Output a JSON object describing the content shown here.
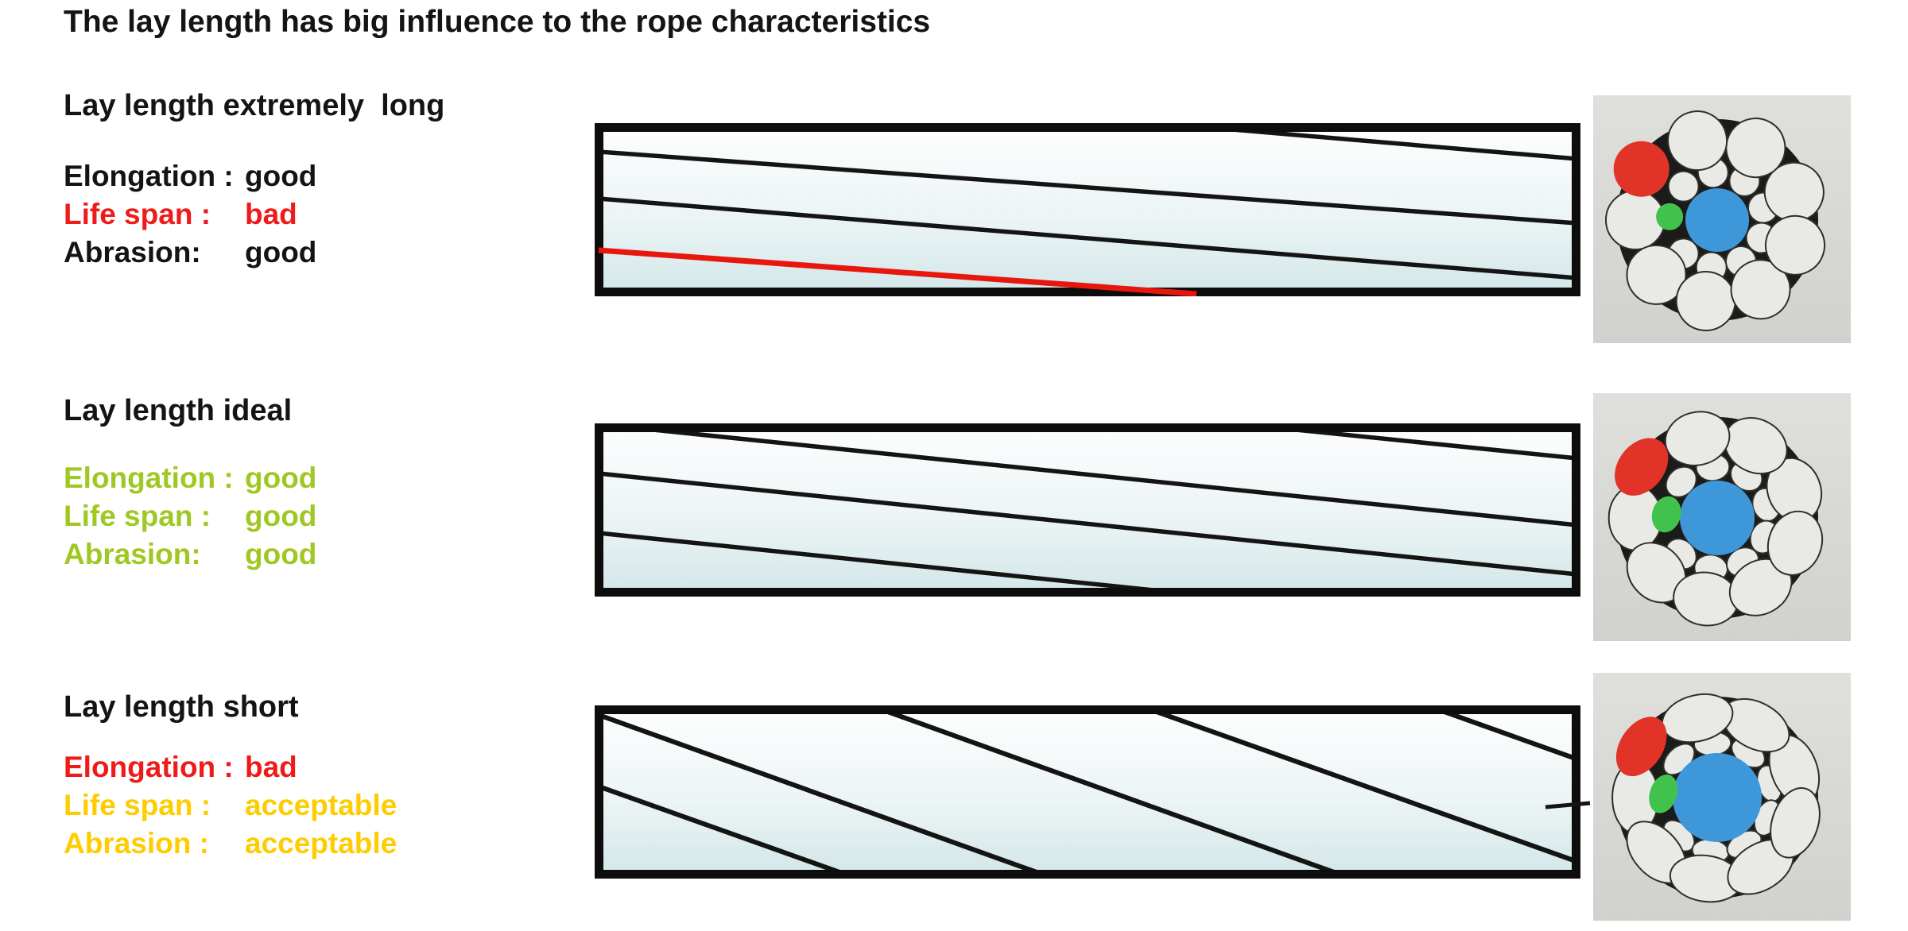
{
  "title": "The lay length has big influence to the rope characteristics",
  "text_colors": {
    "ink": "#141414",
    "good_green": "#9fc823",
    "bad_red": "#ef1a1a",
    "acceptable_yellow": "#ffcc00"
  },
  "figure_colors": {
    "rope_line_ink": "#141414",
    "strand_highlight_red": "#e8170d",
    "wire_red": "#e23329",
    "wire_green": "#41c24c",
    "wire_blue": "#3e97d8",
    "photo_bg_light": "#dfdfdc",
    "photo_bg_dark": "#d1d1cd"
  },
  "sections": [
    {
      "heading": "Lay length extremely  long",
      "properties": [
        {
          "label": "Elongation :",
          "value": "good",
          "color": "#141414"
        },
        {
          "label": "Life span :",
          "value": "bad",
          "color": "#ef1a1a"
        },
        {
          "label": "Abrasion:",
          "value": "good",
          "color": "#141414"
        }
      ]
    },
    {
      "heading": "Lay length ideal",
      "properties": [
        {
          "label": "Elongation :",
          "value": "good",
          "color": "#9fc823"
        },
        {
          "label": "Life span :",
          "value": "good",
          "color": "#9fc823"
        },
        {
          "label": "Abrasion:",
          "value": "good",
          "color": "#9fc823"
        }
      ]
    },
    {
      "heading": "Lay length short",
      "properties": [
        {
          "label": "Elongation :",
          "value": "bad",
          "color": "#ef1a1a"
        },
        {
          "label": "Life span :",
          "value": "acceptable",
          "color": "#ffcc00"
        },
        {
          "label": "Abrasion :",
          "value": "acceptable",
          "color": "#ffcc00"
        }
      ]
    }
  ]
}
